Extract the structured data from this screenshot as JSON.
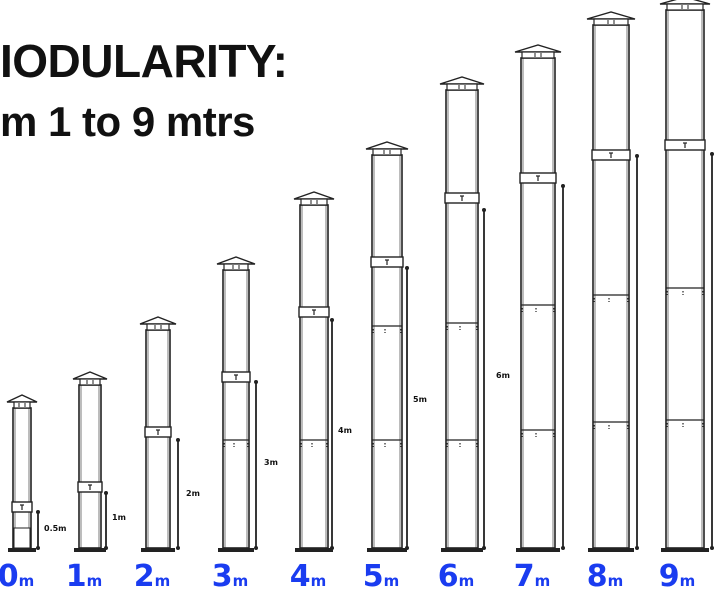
{
  "title_line1": "IODULARITY:",
  "title_line2": "m 1 to 9 mtrs",
  "heights_m": [
    0,
    1,
    2,
    3,
    4,
    5,
    6,
    7,
    8,
    9
  ],
  "height_labels": [
    {
      "num": "0",
      "unit": "m"
    },
    {
      "num": "1",
      "unit": "m"
    },
    {
      "num": "2",
      "unit": "m"
    },
    {
      "num": "3",
      "unit": "m"
    },
    {
      "num": "4",
      "unit": "m"
    },
    {
      "num": "5",
      "unit": "m"
    },
    {
      "num": "6",
      "unit": "m"
    },
    {
      "num": "7",
      "unit": "m"
    },
    {
      "num": "8",
      "unit": "m"
    },
    {
      "num": "9",
      "unit": "m"
    }
  ],
  "dimension_labels": [
    "0.5m",
    "1m",
    "2m",
    "3m",
    "4m",
    "5m",
    "6m",
    "",
    "",
    ""
  ],
  "colors": {
    "label_blue": "#1a3cf0",
    "line": "#222222",
    "column_fill": "#ffffff",
    "text": "#111111"
  }
}
